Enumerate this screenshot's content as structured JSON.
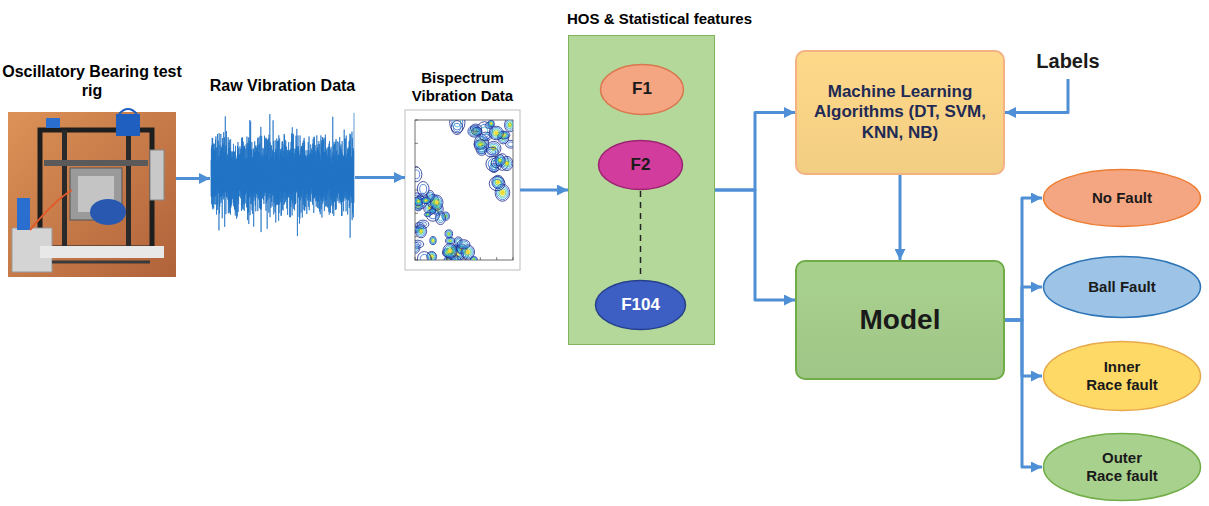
{
  "diagram": {
    "nodes": [
      {
        "text": [
          "Oscillatory Bearing test rig"
        ]
      },
      {
        "text": [
          "Raw Vibration Data"
        ]
      },
      {
        "text": [
          "Bispectrum Vibration Data"
        ]
      },
      {
        "text": [
          "HOS & Statistical features"
        ]
      },
      {
        "text": [
          "F1"
        ],
        "in": 3
      },
      {
        "text": [
          "F2"
        ],
        "in": 3
      },
      {
        "text": [
          "F104"
        ],
        "in": 3
      },
      {
        "text": [
          "Machine Learning Algorithms (DT, SVM, KNN, NB)"
        ]
      },
      {
        "text": [
          "Labels"
        ]
      },
      {
        "text": [
          "Model"
        ]
      },
      {
        "text": [
          "No Fault"
        ]
      },
      {
        "text": [
          "Ball Fault"
        ]
      },
      {
        "text": [
          "Inner Race fault"
        ]
      },
      {
        "text": [
          "Outer Race fault"
        ]
      }
    ],
    "edges": [
      {
        "from": 0,
        "to": 1,
        "arrow": "to"
      },
      {
        "from": 1,
        "to": 2,
        "arrow": "to"
      },
      {
        "from": 2,
        "to": 3,
        "arrow": "to"
      },
      {
        "from": 5,
        "to": 6,
        "arrow": "none"
      },
      {
        "from": 3,
        "to": 7,
        "arrow": "to"
      },
      {
        "from": 3,
        "to": 9,
        "arrow": "to"
      },
      {
        "from": 8,
        "to": 7,
        "arrow": "to"
      },
      {
        "from": 7,
        "to": 9,
        "arrow": "to"
      },
      {
        "from": 9,
        "to": 10,
        "arrow": "to"
      },
      {
        "from": 9,
        "to": 11,
        "arrow": "to"
      },
      {
        "from": 9,
        "to": 12,
        "arrow": "to"
      },
      {
        "from": 9,
        "to": 13,
        "arrow": "to"
      }
    ]
  }
}
